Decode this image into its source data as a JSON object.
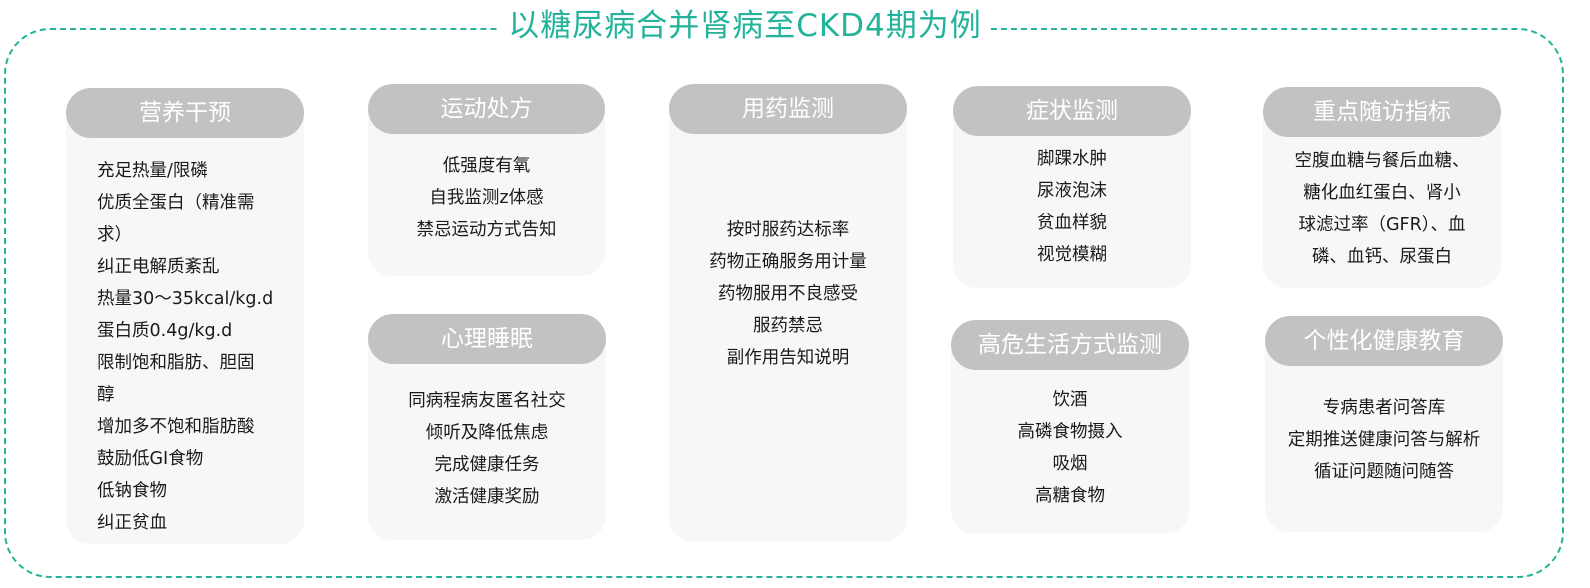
{
  "title": "以糖尿病合并肾病至CKD4期为例",
  "cards": {
    "nutrition": {
      "header": "营养干预",
      "items": [
        "充足热量/限磷",
        "优质全蛋白（精准需",
        "求）",
        "纠正电解质紊乱",
        "热量30～35kcal/kg.d",
        "蛋白质0.4g/kg.d",
        "限制饱和脂肪、胆固",
        "醇",
        "增加多不饱和脂肪酸",
        "鼓励低GI食物",
        "低钠食物",
        "纠正贫血"
      ]
    },
    "exercise": {
      "header": "运动处方",
      "items": [
        "低强度有氧",
        "自我监测z体感",
        "禁忌运动方式告知"
      ]
    },
    "psych": {
      "header": "心理睡眠",
      "items": [
        "同病程病友匿名社交",
        "倾听及降低焦虑",
        "完成健康任务",
        "激活健康奖励"
      ]
    },
    "medication": {
      "header": "用药监测",
      "items": [
        "按时服药达标率",
        "药物正确服务用计量",
        "药物服用不良感受",
        "服药禁忌",
        "副作用告知说明"
      ]
    },
    "symptom": {
      "header": "症状监测",
      "items": [
        "脚踝水肿",
        "尿液泡沫",
        "贫血样貌",
        "视觉模糊"
      ]
    },
    "lifestyle": {
      "header": "高危生活方式监测",
      "items": [
        "饮酒",
        "高磷食物摄入",
        "吸烟",
        "高糖食物"
      ]
    },
    "followup": {
      "header": "重点随访指标",
      "items": [
        "空腹血糖与餐后血糖、",
        "糖化血红蛋白、肾小",
        "球滤过率（GFR）、血",
        "磷、血钙、尿蛋白"
      ]
    },
    "education": {
      "header": "个性化健康教育",
      "items": [
        "专病患者问答库",
        "定期推送健康问答与解析",
        "循证问题随问随答"
      ]
    }
  }
}
